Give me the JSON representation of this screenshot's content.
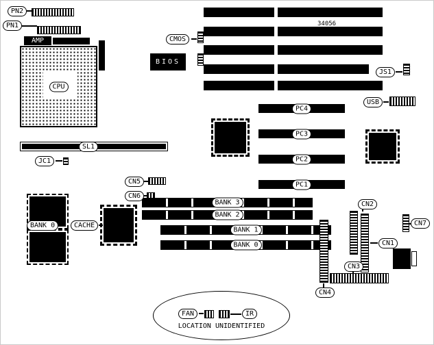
{
  "part_number": "34056",
  "labels": {
    "pn1": "PN1",
    "pn2": "PN2",
    "amp": "AMP",
    "cpu": "CPU",
    "cmos": "CMOS",
    "bios": "BIOS",
    "js1": "JS1",
    "usb": "USB",
    "pc1": "PC1",
    "pc2": "PC2",
    "pc3": "PC3",
    "pc4": "PC4",
    "sl1": "SL1",
    "jc1": "JC1",
    "cn1": "CN1",
    "cn2": "CN2",
    "cn3": "CN3",
    "cn4": "CN4",
    "cn5": "CN5",
    "cn6": "CN6",
    "cn7": "CN7",
    "bank3": "BANK 3",
    "bank2": "BANK 2",
    "bank1": "BANK 1",
    "bank0_simm": "BANK 0",
    "bank0_sram": "BANK 0",
    "cache": "CACHE",
    "fan": "FAN",
    "ir": "IR",
    "location_note": "LOCATION UNIDENTIFIED"
  }
}
